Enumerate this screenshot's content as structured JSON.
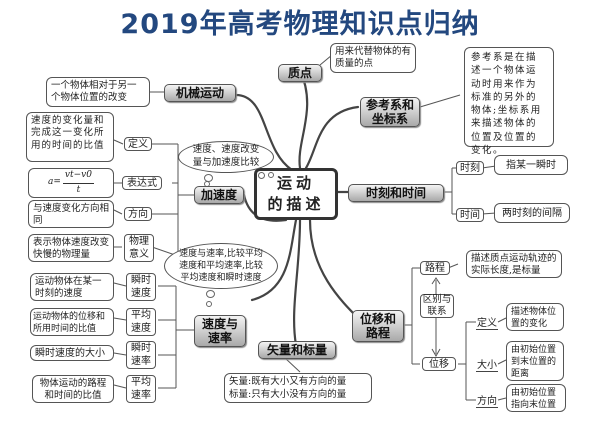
{
  "title": "2019年高考物理知识点归纳",
  "colors": {
    "title": "#23487f",
    "node_gradient_top": "#f4f4f4",
    "node_gradient_bottom": "#a9a9a9",
    "line": "#444444"
  },
  "center": {
    "line1": "运动",
    "line2": "的描述"
  },
  "branches": {
    "mechanical_motion": {
      "label": "机械运动",
      "desc": "一个物体相对于另一个物体位置的改变"
    },
    "particle": {
      "label": "质点",
      "desc": "用来代替物体的有质量的点"
    },
    "reference_frame": {
      "label1": "参考系和",
      "label2": "坐标系",
      "desc": "参考系是在描述一个物体运动时用来作为标准的另外的物体;坐标系用来描述物体的位置及位置的变化。"
    },
    "time": {
      "label": "时刻和时间",
      "items": [
        {
          "tag": "时刻",
          "desc": "指某一瞬时"
        },
        {
          "tag": "时间",
          "desc": "两时刻的间隔"
        }
      ]
    },
    "acceleration": {
      "label": "加速度",
      "bubble": "速度、速度改变量与加速度比较",
      "items": [
        {
          "tag": "定义",
          "desc": "速度的变化量和完成这一变化所用的时间的比值"
        },
        {
          "tag": "表达式",
          "formula_lhs": "a=",
          "formula_num": "vt−v0",
          "formula_den": "t"
        },
        {
          "tag": "方向",
          "desc": "与速度变化方向相同"
        },
        {
          "tag1": "物理",
          "tag2": "意义",
          "desc": "表示物体速度改变快慢的物理量"
        }
      ]
    },
    "velocity": {
      "label1": "速度与",
      "label2": "速率",
      "bubble": "速度与速率,比较平均速度和平均速率,比较平均速度和瞬时速度",
      "items": [
        {
          "tag1": "瞬时",
          "tag2": "速度",
          "desc": "运动物体在某一时刻的速度"
        },
        {
          "tag1": "平均",
          "tag2": "速度",
          "desc": "运动物体的位移和所用时间的比值"
        },
        {
          "tag1": "瞬时",
          "tag2": "速率",
          "desc": "瞬时速度的大小"
        },
        {
          "tag1": "平均",
          "tag2": "速率",
          "desc": "物体运动的路程和时间的比值"
        }
      ]
    },
    "vector_scalar": {
      "label": "矢量和标量",
      "line1": "矢量:既有大小又有方向的量",
      "line2": "标量:只有大小没有方向的量"
    },
    "displacement": {
      "label1": "位移和",
      "label2": "路程",
      "path": {
        "tag": "路程",
        "desc": "描述质点运动轨迹的实际长度,是标量"
      },
      "relation": {
        "tag1": "区别与",
        "tag2": "联系"
      },
      "disp": {
        "tag": "位移",
        "items": [
          {
            "label": "定义",
            "desc": "描述物体位置的变化"
          },
          {
            "label": "大小",
            "desc": "由初始位置到末位置的距离"
          },
          {
            "label": "方向",
            "desc": "由初始位置指向末位置"
          }
        ]
      }
    }
  }
}
